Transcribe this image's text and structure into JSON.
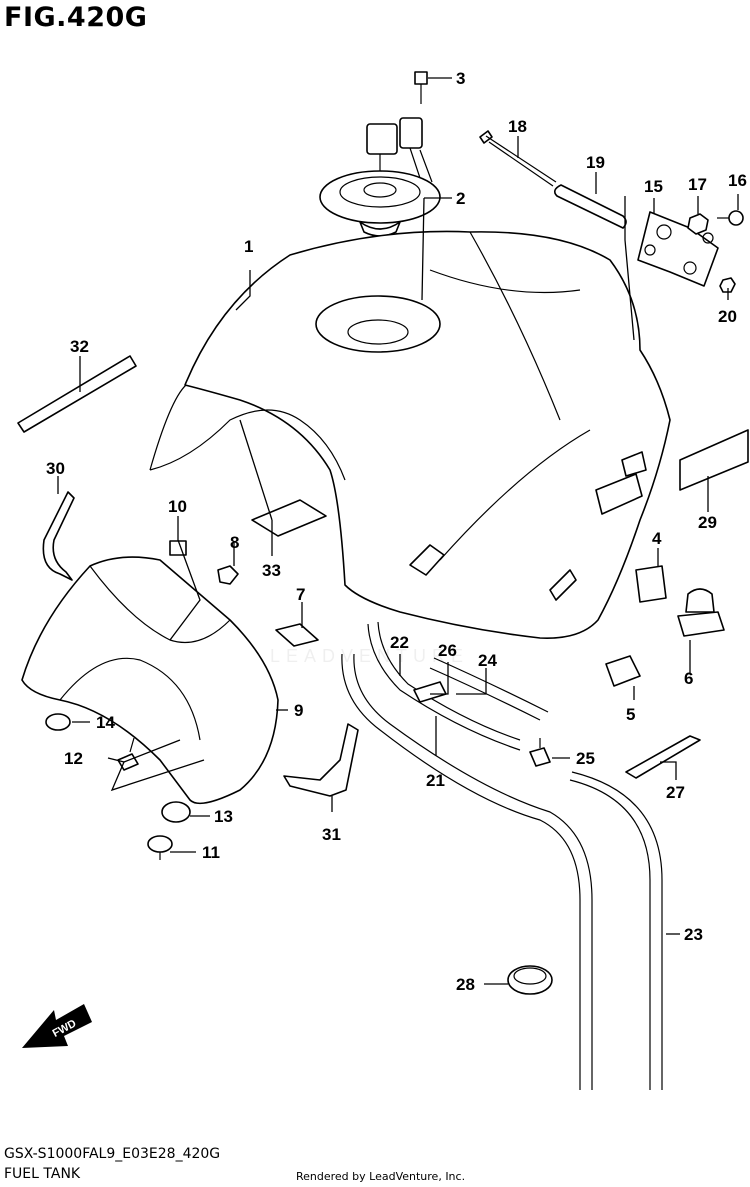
{
  "figure": {
    "title": "FIG.420G",
    "code": "GSX-S1000FAL9_E03E28_420G",
    "caption": "FUEL TANK"
  },
  "footer": {
    "rendered_by": "Rendered by LeadVenture, Inc."
  },
  "watermark": "LEADVENTURE",
  "fwd_badge": "FWD",
  "callouts": [
    "1",
    "2",
    "3",
    "4",
    "5",
    "6",
    "7",
    "8",
    "9",
    "10",
    "11",
    "12",
    "13",
    "14",
    "15",
    "16",
    "17",
    "18",
    "19",
    "20",
    "21",
    "22",
    "23",
    "24",
    "25",
    "26",
    "27",
    "28",
    "29",
    "30",
    "31",
    "32",
    "33"
  ]
}
